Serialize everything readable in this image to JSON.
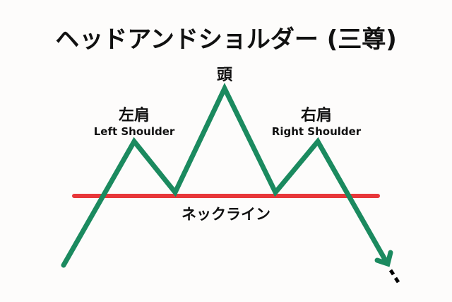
{
  "title": "ヘッドアンドショルダー (三尊)",
  "labels": {
    "head": "頭",
    "left_shoulder_jp": "左肩",
    "left_shoulder_en": "Left Shoulder",
    "right_shoulder_jp": "右肩",
    "right_shoulder_en": "Right Shoulder",
    "neckline": "ネックライン"
  },
  "colors": {
    "price_line": "#1b8a5f",
    "neckline": "#e8373a",
    "continuation": "#000000"
  }
}
